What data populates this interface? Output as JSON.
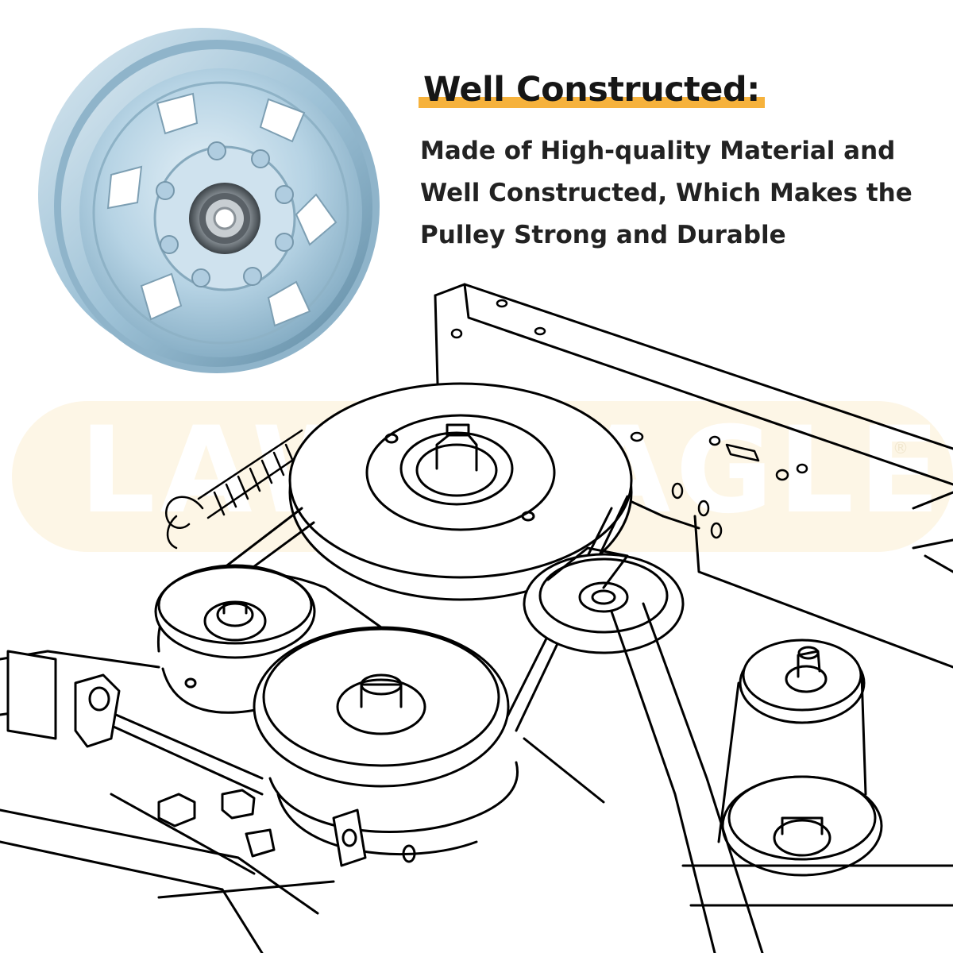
{
  "heading": "Well Constructed:",
  "description_lines": [
    "Made of High-quality Material and",
    "Well Constructed, Which Makes the",
    "Pulley Strong and Durable"
  ],
  "watermark": {
    "text": "LAWNEAGLE",
    "registered": "®"
  },
  "colors": {
    "accent": "#f6b23c",
    "watermark_band": "#fdf6e6",
    "pulley_metal": "#a9c9dc",
    "line_art": "#000000"
  },
  "images": {
    "product": "idler-pulley-photo",
    "drawing": "mower-deck-belt-pulley-line-drawing"
  }
}
